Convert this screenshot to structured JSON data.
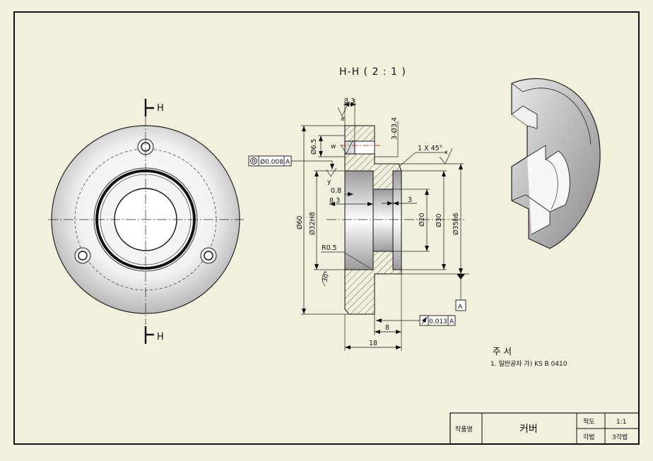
{
  "section": {
    "title": "H-H ( 2 : 1 )",
    "label_top": "H",
    "label_bottom": "H"
  },
  "dimensions": {
    "d33": "3.3",
    "d6_5": "Ø6.5",
    "hole": "3-Ø3.4",
    "chamfer": "1 X 45°",
    "d60": "Ø60",
    "d32h8": "Ø32H8",
    "d08": "0.8",
    "d83": "8.3",
    "d3": "3",
    "d20": "Ø20",
    "d30": "Ø30",
    "d35h6": "Ø35h6",
    "r05": "R0.5",
    "a30": "30°",
    "d8": "8",
    "d18": "18"
  },
  "surface": {
    "w": "w",
    "x": "x",
    "y": "y"
  },
  "tolerances": {
    "concentricity": "Ø0.008",
    "concentricity_ref": "A",
    "runout": "0.013",
    "runout_ref": "A",
    "datum": "A"
  },
  "notes": {
    "heading": "주 서",
    "line1": "1. 일반공차 가) KS B 0410"
  },
  "title_block": {
    "name_label": "작품명",
    "name": "커버",
    "scale_label": "척도",
    "scale": "1:1",
    "proj_label": "각법",
    "proj": "3각법"
  }
}
